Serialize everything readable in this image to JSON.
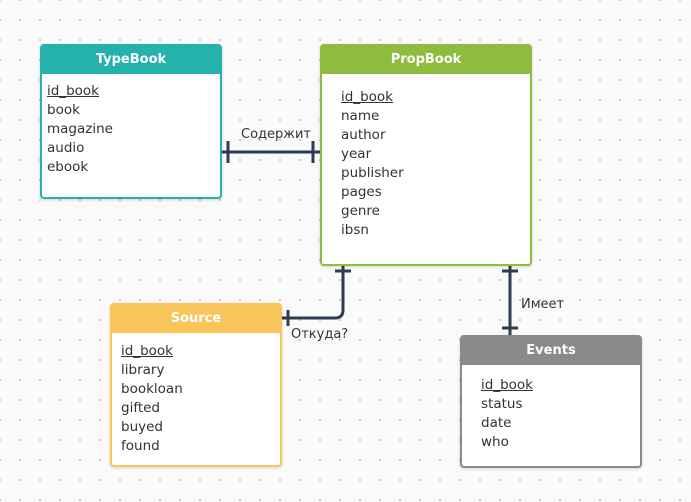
{
  "entities": {
    "typebook": {
      "title": "TypeBook",
      "color": "#25b1ae",
      "fields": [
        "id_book",
        "book",
        "magazine",
        "audio",
        "ebook"
      ]
    },
    "propbook": {
      "title": "PropBook",
      "color": "#8ebc3c",
      "fields": [
        "id_book",
        "name",
        "author",
        "year",
        "publisher",
        "pages",
        "genre",
        "ibsn"
      ]
    },
    "source": {
      "title": "Source",
      "color": "#f7c55a",
      "fields": [
        "id_book",
        "library",
        "bookloan",
        "gifted",
        "buyed",
        "found"
      ]
    },
    "events": {
      "title": "Events",
      "color": "#8a8a8a",
      "fields": [
        "id_book",
        "status",
        "date",
        "who"
      ]
    }
  },
  "relations": {
    "contains": "Содержит",
    "from_where": "Откуда?",
    "has": "Имеет"
  },
  "line_color": "#2f3b4f"
}
